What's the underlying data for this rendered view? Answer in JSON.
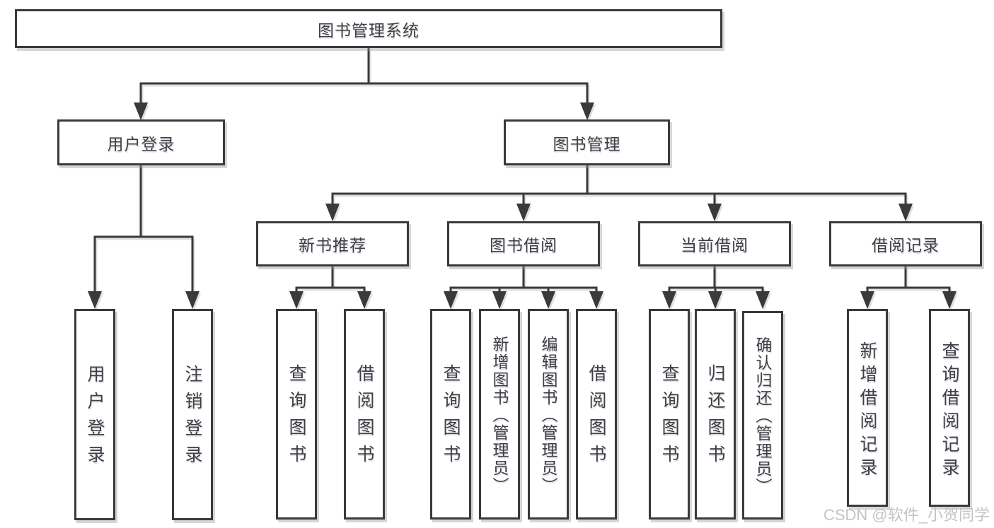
{
  "diagram": {
    "root": "图书管理系统",
    "branches": [
      {
        "label": "用户登录",
        "children": [
          "用户登录",
          "注销登录"
        ]
      },
      {
        "label": "图书管理",
        "children": [
          {
            "label": "新书推荐",
            "children": [
              "查询图书",
              "借阅图书"
            ]
          },
          {
            "label": "图书借阅",
            "children": [
              "查询图书",
              "新增图书（管理员）",
              "编辑图书（管理员）",
              "借阅图书"
            ]
          },
          {
            "label": "当前借阅",
            "children": [
              "查询图书",
              "归还图书",
              "确认归还（管理员）"
            ]
          },
          {
            "label": "借阅记录",
            "children": [
              "新增借阅记录",
              "查询借阅记录"
            ]
          }
        ]
      }
    ]
  },
  "watermark": "CSDN @软件_小贺同学",
  "colors": {
    "line": "#3a3a3c",
    "text": "#3e3e44",
    "watermark": "#c3c3c9",
    "background": "#ffffff"
  }
}
